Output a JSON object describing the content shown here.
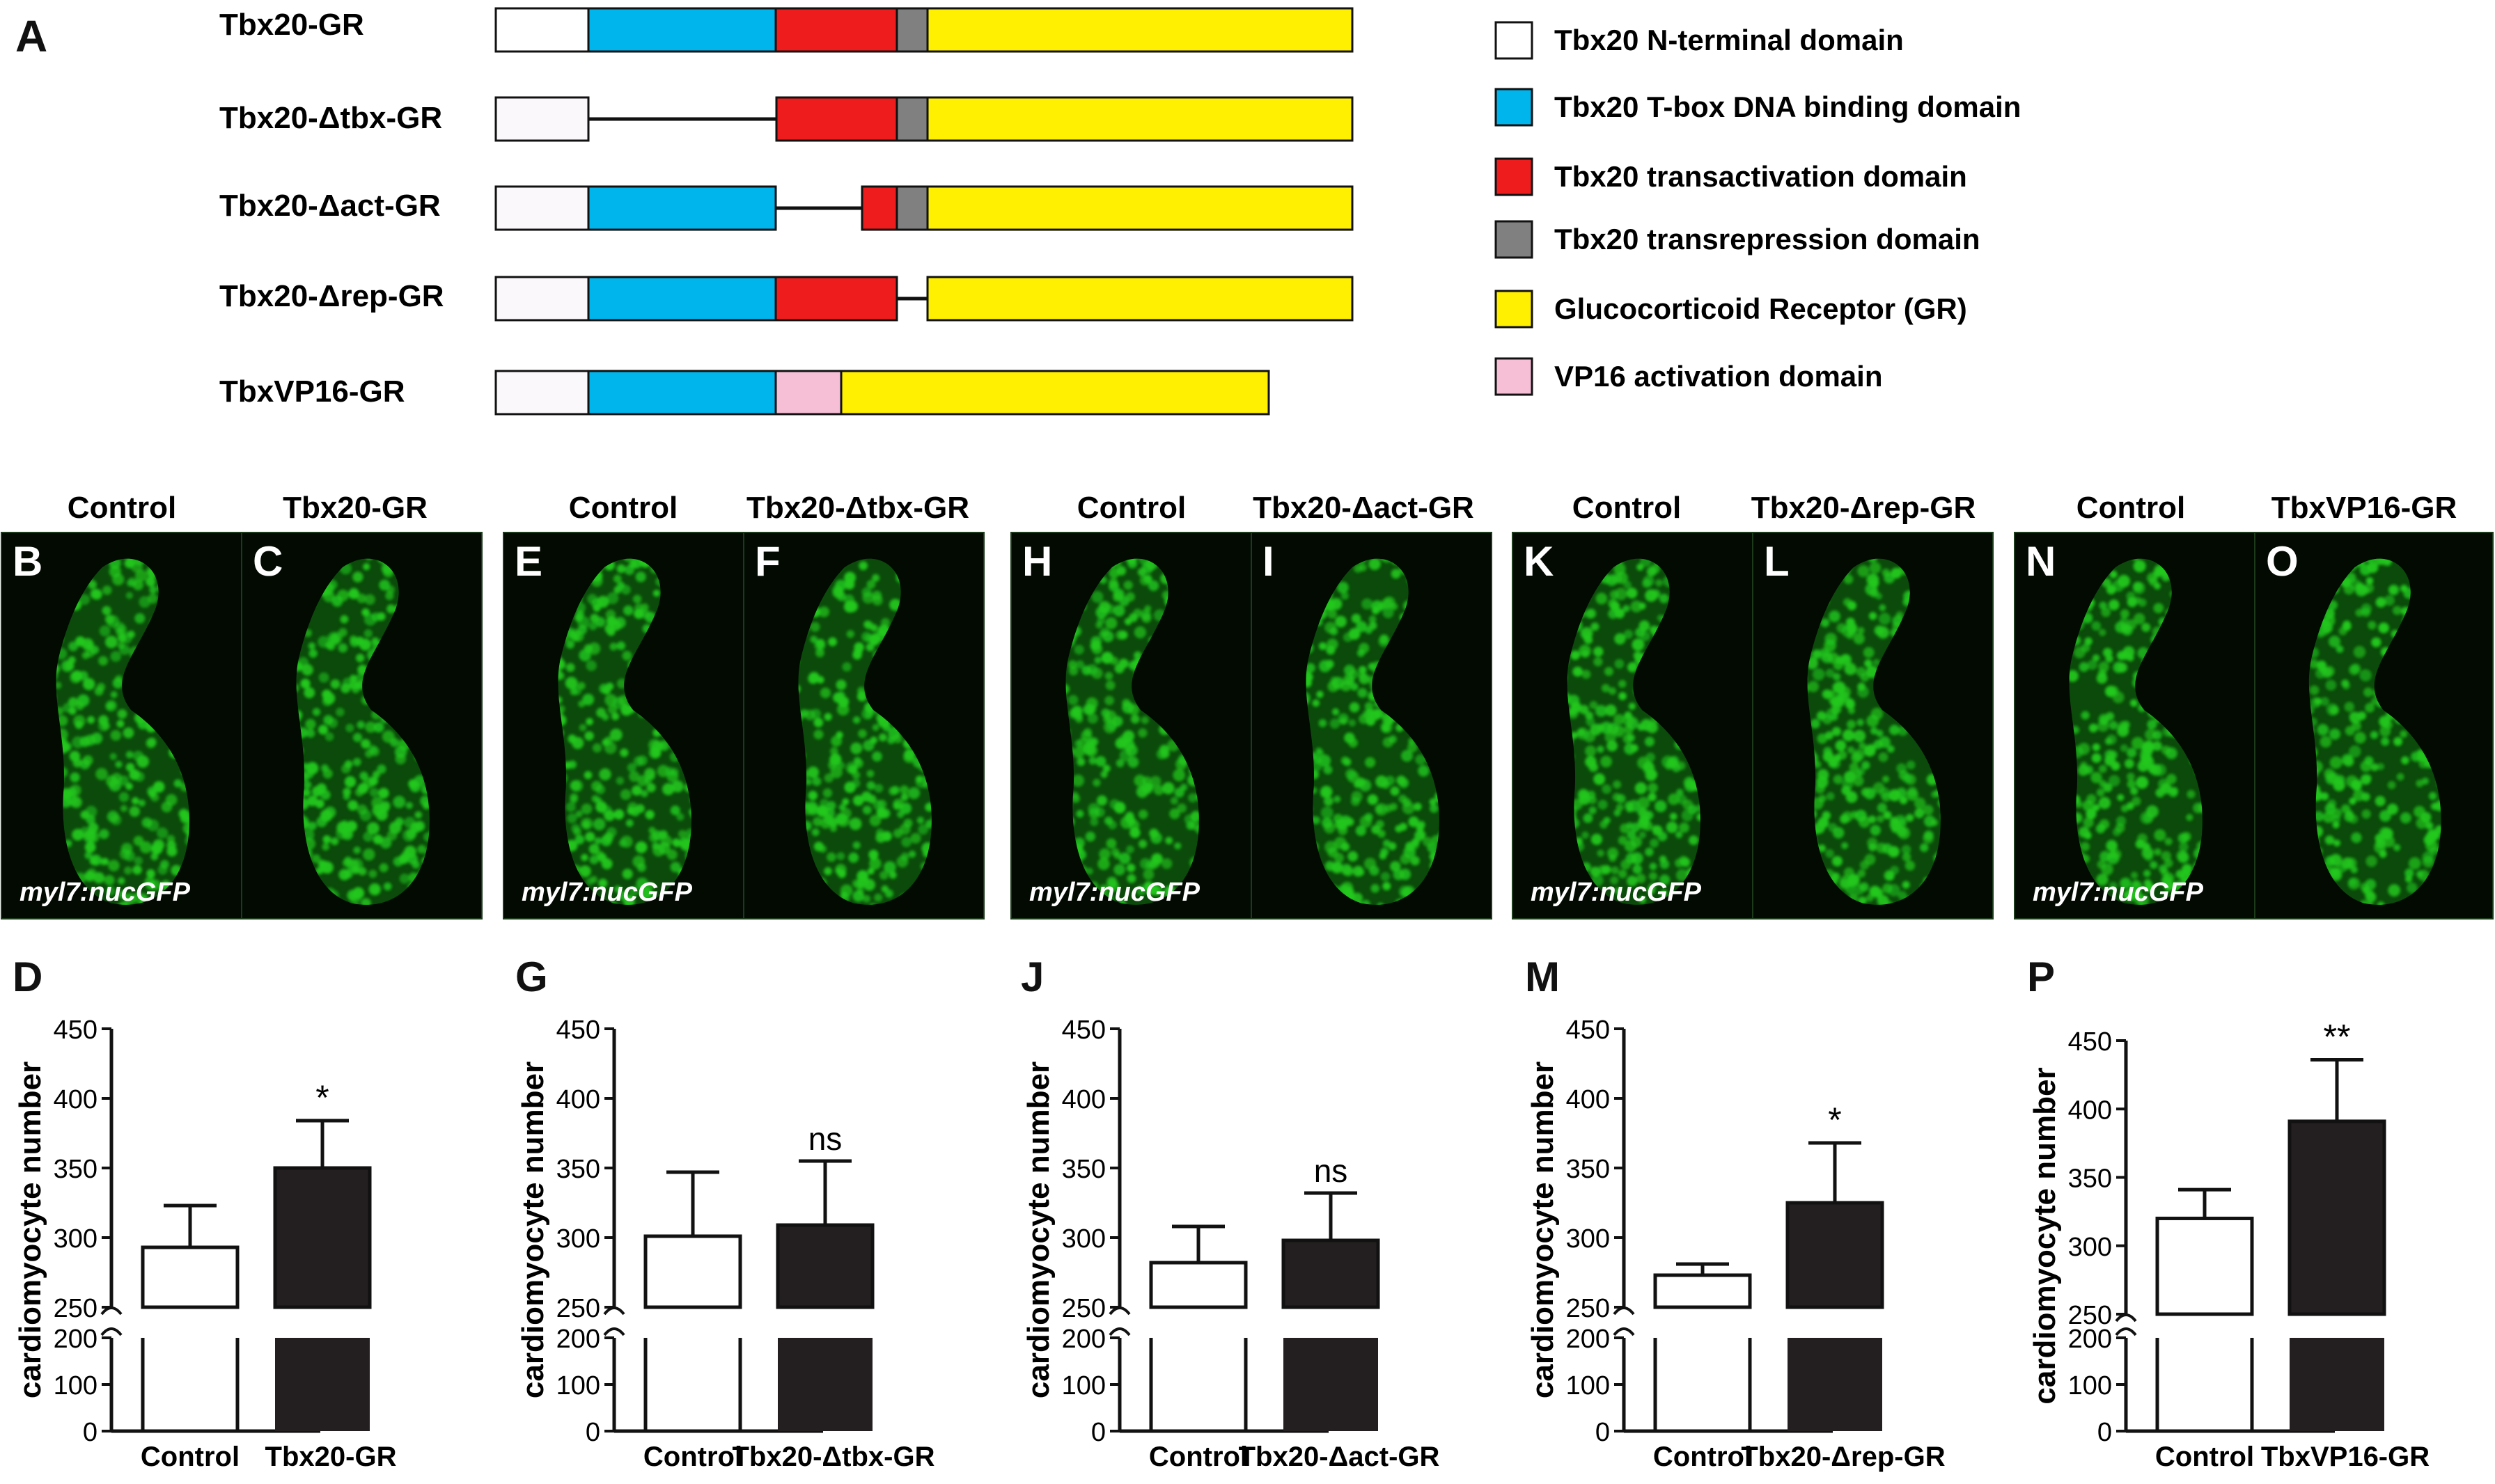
{
  "panel_letters": {
    "A": "A",
    "B": "B",
    "C": "C",
    "D": "D",
    "E": "E",
    "F": "F",
    "G": "G",
    "H": "H",
    "I": "I",
    "J": "J",
    "K": "K",
    "L": "L",
    "M": "M",
    "N": "N",
    "O": "O",
    "P": "P"
  },
  "constructs": [
    {
      "name": "Tbx20-GR",
      "segments": [
        "nterm",
        "tbox",
        "act",
        "rep",
        "gr"
      ]
    },
    {
      "name": "Tbx20-Δtbx-GR",
      "segments": [
        "nterm",
        "line",
        "act",
        "rep",
        "gr"
      ]
    },
    {
      "name": "Tbx20-Δact-GR",
      "segments": [
        "nterm",
        "tbox",
        "line",
        "act",
        "rep",
        "gr"
      ]
    },
    {
      "name": "Tbx20-Δrep-GR",
      "segments": [
        "nterm",
        "tbox",
        "act",
        "line",
        "gr"
      ]
    },
    {
      "name": "TbxVP16-GR",
      "segments": [
        "nterm",
        "tbox",
        "vp16",
        "gr"
      ]
    }
  ],
  "legend": [
    {
      "key": "nterm",
      "label": "Tbx20 N-terminal domain",
      "color": "#ffffff"
    },
    {
      "key": "tbox",
      "label": "Tbx20 T-box DNA binding domain",
      "color": "#00b4ec"
    },
    {
      "key": "act",
      "label": "Tbx20 transactivation domain",
      "color": "#ee1c1c"
    },
    {
      "key": "rep",
      "label": "Tbx20 transrepression domain",
      "color": "#808080"
    },
    {
      "key": "gr",
      "label": "Glucocorticoid Receptor (GR)",
      "color": "#ffef00"
    },
    {
      "key": "vp16",
      "label": "VP16 activation domain",
      "color": "#f7bfd6"
    }
  ],
  "image_groups": [
    {
      "control_label": "Control",
      "treated_label": "Tbx20-GR",
      "stain": "myl7:nucGFP"
    },
    {
      "control_label": "Control",
      "treated_label": "Tbx20-Δtbx-GR",
      "stain": "myl7:nucGFP"
    },
    {
      "control_label": "Control",
      "treated_label": "Tbx20-Δact-GR",
      "stain": "myl7:nucGFP"
    },
    {
      "control_label": "Control",
      "treated_label": "Tbx20-Δrep-GR",
      "stain": "myl7:nucGFP"
    },
    {
      "control_label": "Control",
      "treated_label": "TbxVP16-GR",
      "stain": "myl7:nucGFP"
    }
  ],
  "colors": {
    "control_bar": "#ffffff",
    "treated_bar": "#231f20",
    "gfp": "#22c81e"
  },
  "chart_data": [
    {
      "type": "bar",
      "ylabel": "cardiomyocyte number",
      "yticks": [
        0,
        100,
        200,
        250,
        300,
        350,
        400,
        450
      ],
      "categories": [
        "Control",
        "Tbx20-GR"
      ],
      "values": [
        293,
        350
      ],
      "errors": [
        30,
        34
      ],
      "significance": [
        "",
        "*"
      ]
    },
    {
      "type": "bar",
      "ylabel": "cardiomyocyte number",
      "yticks": [
        0,
        100,
        200,
        250,
        300,
        350,
        400,
        450
      ],
      "categories": [
        "Control",
        "Tbx20-Δtbx-GR"
      ],
      "values": [
        301,
        309
      ],
      "errors": [
        46,
        46
      ],
      "significance": [
        "",
        "ns"
      ]
    },
    {
      "type": "bar",
      "ylabel": "cardiomyocyte number",
      "yticks": [
        0,
        100,
        200,
        250,
        300,
        350,
        400,
        450
      ],
      "categories": [
        "Control",
        "Tbx20-Δact-GR"
      ],
      "values": [
        282,
        298
      ],
      "errors": [
        26,
        34
      ],
      "significance": [
        "",
        "ns"
      ]
    },
    {
      "type": "bar",
      "ylabel": "cardiomyocyte number",
      "yticks": [
        0,
        100,
        200,
        250,
        300,
        350,
        400,
        450
      ],
      "categories": [
        "Control",
        "Tbx20-Δrep-GR"
      ],
      "values": [
        273,
        325
      ],
      "errors": [
        8,
        43
      ],
      "significance": [
        "",
        "*"
      ]
    },
    {
      "type": "bar",
      "ylabel": "cardiomyocyte number",
      "yticks": [
        0,
        100,
        200,
        250,
        300,
        350,
        400,
        450
      ],
      "categories": [
        "Control",
        "TbxVP16-GR"
      ],
      "values": [
        320,
        391
      ],
      "errors": [
        21,
        45
      ],
      "significance": [
        "",
        "**"
      ]
    }
  ]
}
